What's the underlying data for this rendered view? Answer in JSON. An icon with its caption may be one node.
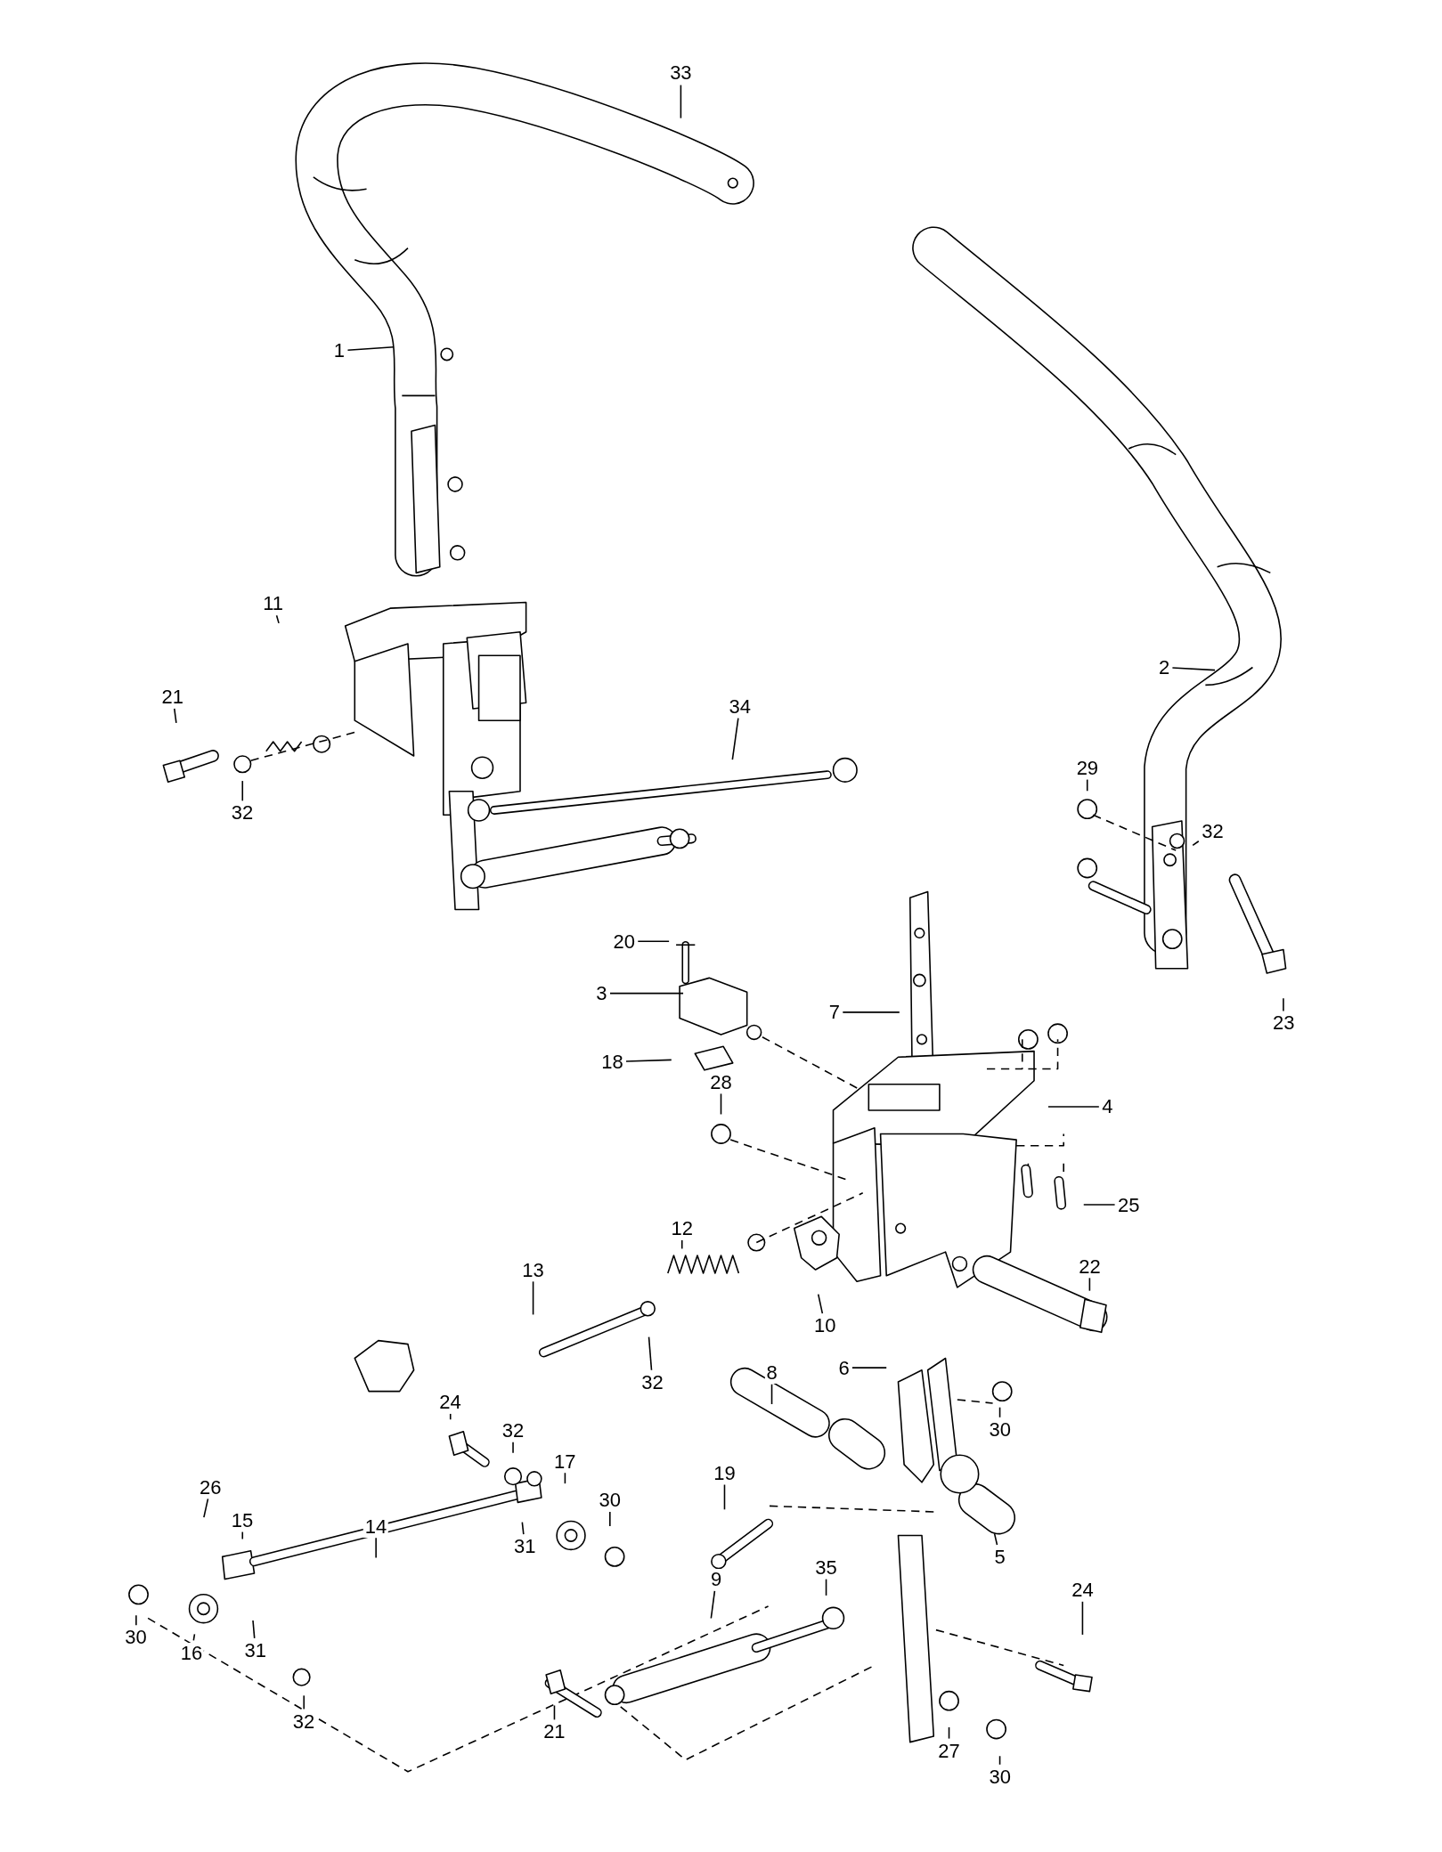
{
  "diagram": {
    "nodes": [
      {
        "text": [
          "33"
        ]
      },
      {
        "text": [
          "1"
        ]
      },
      {
        "text": [
          "2"
        ]
      },
      {
        "text": [
          "11"
        ]
      },
      {
        "text": [
          "21"
        ]
      },
      {
        "text": [
          "32"
        ]
      },
      {
        "text": [
          "34"
        ]
      },
      {
        "text": [
          "29"
        ]
      },
      {
        "text": [
          "32"
        ]
      },
      {
        "text": [
          "23"
        ]
      },
      {
        "text": [
          "20"
        ]
      },
      {
        "text": [
          "3"
        ]
      },
      {
        "text": [
          "7"
        ]
      },
      {
        "text": [
          "18"
        ]
      },
      {
        "text": [
          "28"
        ]
      },
      {
        "text": [
          "4"
        ]
      },
      {
        "text": [
          "25"
        ]
      },
      {
        "text": [
          "12"
        ]
      },
      {
        "text": [
          "13"
        ]
      },
      {
        "text": [
          "22"
        ]
      },
      {
        "text": [
          "10"
        ]
      },
      {
        "text": [
          "32"
        ]
      },
      {
        "text": [
          "8"
        ]
      },
      {
        "text": [
          "6"
        ]
      },
      {
        "text": [
          "30"
        ]
      },
      {
        "text": [
          "24"
        ]
      },
      {
        "text": [
          "32"
        ]
      },
      {
        "text": [
          "17"
        ]
      },
      {
        "text": [
          "26"
        ]
      },
      {
        "text": [
          "15"
        ]
      },
      {
        "text": [
          "14"
        ]
      },
      {
        "text": [
          "30"
        ]
      },
      {
        "text": [
          "19"
        ]
      },
      {
        "text": [
          "5"
        ]
      },
      {
        "text": [
          "35"
        ]
      },
      {
        "text": [
          "9"
        ]
      },
      {
        "text": [
          "24"
        ]
      },
      {
        "text": [
          "31"
        ]
      },
      {
        "text": [
          "30"
        ]
      },
      {
        "text": [
          "16"
        ]
      },
      {
        "text": [
          "31"
        ]
      },
      {
        "text": [
          "32"
        ]
      },
      {
        "text": [
          "21"
        ]
      },
      {
        "text": [
          "27"
        ]
      },
      {
        "text": [
          "30"
        ]
      }
    ],
    "edges": [
      {
        "from": 0,
        "to": null,
        "arrow": "none"
      },
      {
        "from": 1,
        "to": null,
        "arrow": "none"
      },
      {
        "from": 2,
        "to": null,
        "arrow": "none"
      },
      {
        "from": 3,
        "to": null,
        "arrow": "none"
      },
      {
        "from": 4,
        "to": null,
        "arrow": "none"
      },
      {
        "from": 5,
        "to": null,
        "arrow": "none"
      },
      {
        "from": 6,
        "to": null,
        "arrow": "none"
      },
      {
        "from": 7,
        "to": null,
        "arrow": "none"
      },
      {
        "from": 8,
        "to": null,
        "arrow": "none"
      },
      {
        "from": 9,
        "to": null,
        "arrow": "none"
      },
      {
        "from": 10,
        "to": null,
        "arrow": "none"
      },
      {
        "from": 11,
        "to": null,
        "arrow": "none"
      },
      {
        "from": 12,
        "to": null,
        "arrow": "none"
      },
      {
        "from": 13,
        "to": null,
        "arrow": "none"
      },
      {
        "from": 14,
        "to": null,
        "arrow": "none"
      },
      {
        "from": 15,
        "to": null,
        "arrow": "none"
      },
      {
        "from": 16,
        "to": null,
        "arrow": "none"
      },
      {
        "from": 17,
        "to": null,
        "arrow": "none"
      },
      {
        "from": 18,
        "to": null,
        "arrow": "none"
      },
      {
        "from": 19,
        "to": null,
        "arrow": "none"
      },
      {
        "from": 20,
        "to": null,
        "arrow": "none"
      },
      {
        "from": 21,
        "to": null,
        "arrow": "none"
      },
      {
        "from": 22,
        "to": null,
        "arrow": "none"
      },
      {
        "from": 23,
        "to": null,
        "arrow": "none"
      },
      {
        "from": 24,
        "to": null,
        "arrow": "none"
      },
      {
        "from": 25,
        "to": null,
        "arrow": "none"
      },
      {
        "from": 26,
        "to": null,
        "arrow": "none"
      },
      {
        "from": 27,
        "to": null,
        "arrow": "none"
      },
      {
        "from": 28,
        "to": null,
        "arrow": "none"
      },
      {
        "from": 29,
        "to": null,
        "arrow": "none"
      },
      {
        "from": 30,
        "to": null,
        "arrow": "none"
      },
      {
        "from": 31,
        "to": null,
        "arrow": "none"
      },
      {
        "from": 32,
        "to": null,
        "arrow": "none"
      },
      {
        "from": 33,
        "to": null,
        "arrow": "none"
      },
      {
        "from": 34,
        "to": null,
        "arrow": "none"
      },
      {
        "from": 35,
        "to": null,
        "arrow": "none"
      },
      {
        "from": 36,
        "to": null,
        "arrow": "none"
      },
      {
        "from": 37,
        "to": null,
        "arrow": "none"
      },
      {
        "from": 38,
        "to": null,
        "arrow": "none"
      },
      {
        "from": 39,
        "to": null,
        "arrow": "none"
      },
      {
        "from": 40,
        "to": null,
        "arrow": "none"
      },
      {
        "from": 41,
        "to": null,
        "arrow": "none"
      },
      {
        "from": 42,
        "to": null,
        "arrow": "none"
      },
      {
        "from": 43,
        "to": null,
        "arrow": "none"
      },
      {
        "from": 44,
        "to": null,
        "arrow": "none"
      }
    ]
  }
}
